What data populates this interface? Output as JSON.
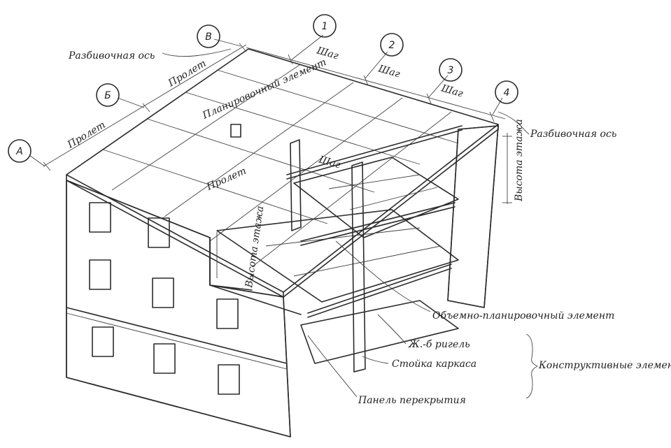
{
  "axes": {
    "letters": [
      "А",
      "Б",
      "В"
    ],
    "numbers": [
      "1",
      "2",
      "3",
      "4"
    ]
  },
  "labels": {
    "layout_axis_left": "Разбивочная ось",
    "layout_axis_right": "Разбивочная ось",
    "span": "Пролет",
    "step": "Шаг",
    "planning_element": "Планировочный элемент",
    "floor_height": "Высота этажа",
    "volume_planning_element": "Объемно-планировочный элемент",
    "rc_beam": "Ж.-б ригель",
    "frame_column": "Стойка каркаса",
    "floor_panel": "Панель перекрытия",
    "structural_elements": "Конструктивные элементы"
  },
  "colors": {
    "ink": "#2b2b2b",
    "paper": "#ffffff",
    "stipple": "#8a8a8a"
  }
}
